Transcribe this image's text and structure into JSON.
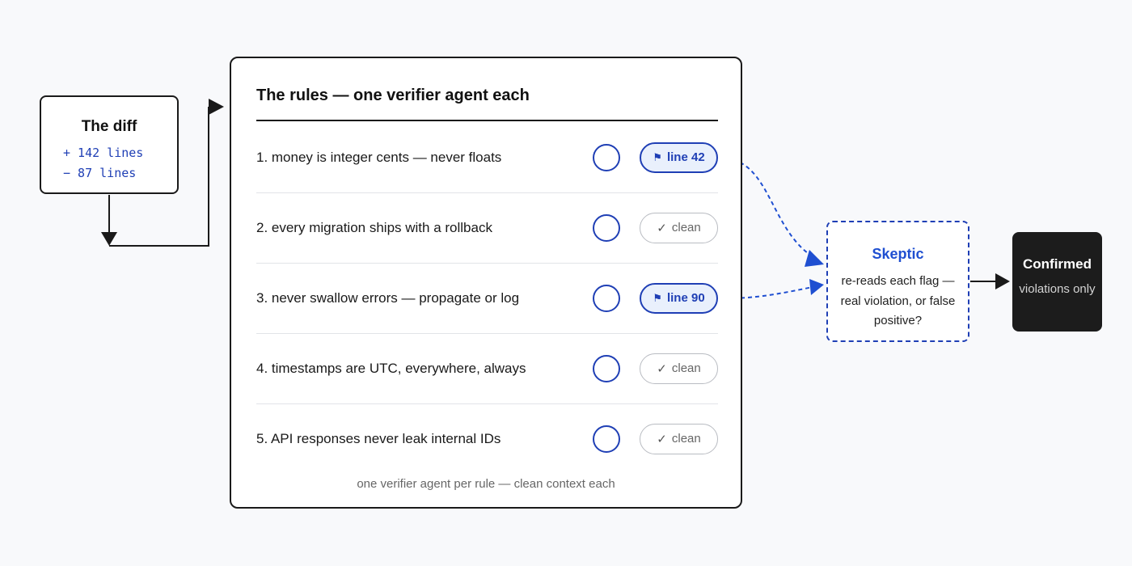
{
  "diff": {
    "title": "The diff",
    "added": "+ 142 lines",
    "removed": "− 87 lines"
  },
  "rules_panel": {
    "title": "The rules — one verifier agent each",
    "footer": "one verifier agent per rule — clean context each",
    "rules": [
      {
        "text": "1. money is integer cents — never floats",
        "status": "flagged",
        "status_label": "line 42",
        "status_icon": "flag-icon"
      },
      {
        "text": "2. every migration ships with a rollback",
        "status": "clean",
        "status_label": "clean",
        "status_icon": "check-icon"
      },
      {
        "text": "3. never swallow errors — propagate or log",
        "status": "flagged",
        "status_label": "line 90",
        "status_icon": "flag-icon"
      },
      {
        "text": "4. timestamps are UTC, everywhere, always",
        "status": "clean",
        "status_label": "clean",
        "status_icon": "check-icon"
      },
      {
        "text": "5. API responses never leak internal IDs",
        "status": "clean",
        "status_label": "clean",
        "status_icon": "check-icon"
      }
    ]
  },
  "skeptic": {
    "title": "Skeptic",
    "description": "re-reads each flag — real violation, or false positive?"
  },
  "confirmed": {
    "title": "Confirmed",
    "description": "violations only"
  },
  "colors": {
    "accent": "#1f3fb5",
    "flag_background": "#e9f0fc",
    "outline": "#1a1a1a",
    "confirmed_background": "#1c1c1c"
  }
}
